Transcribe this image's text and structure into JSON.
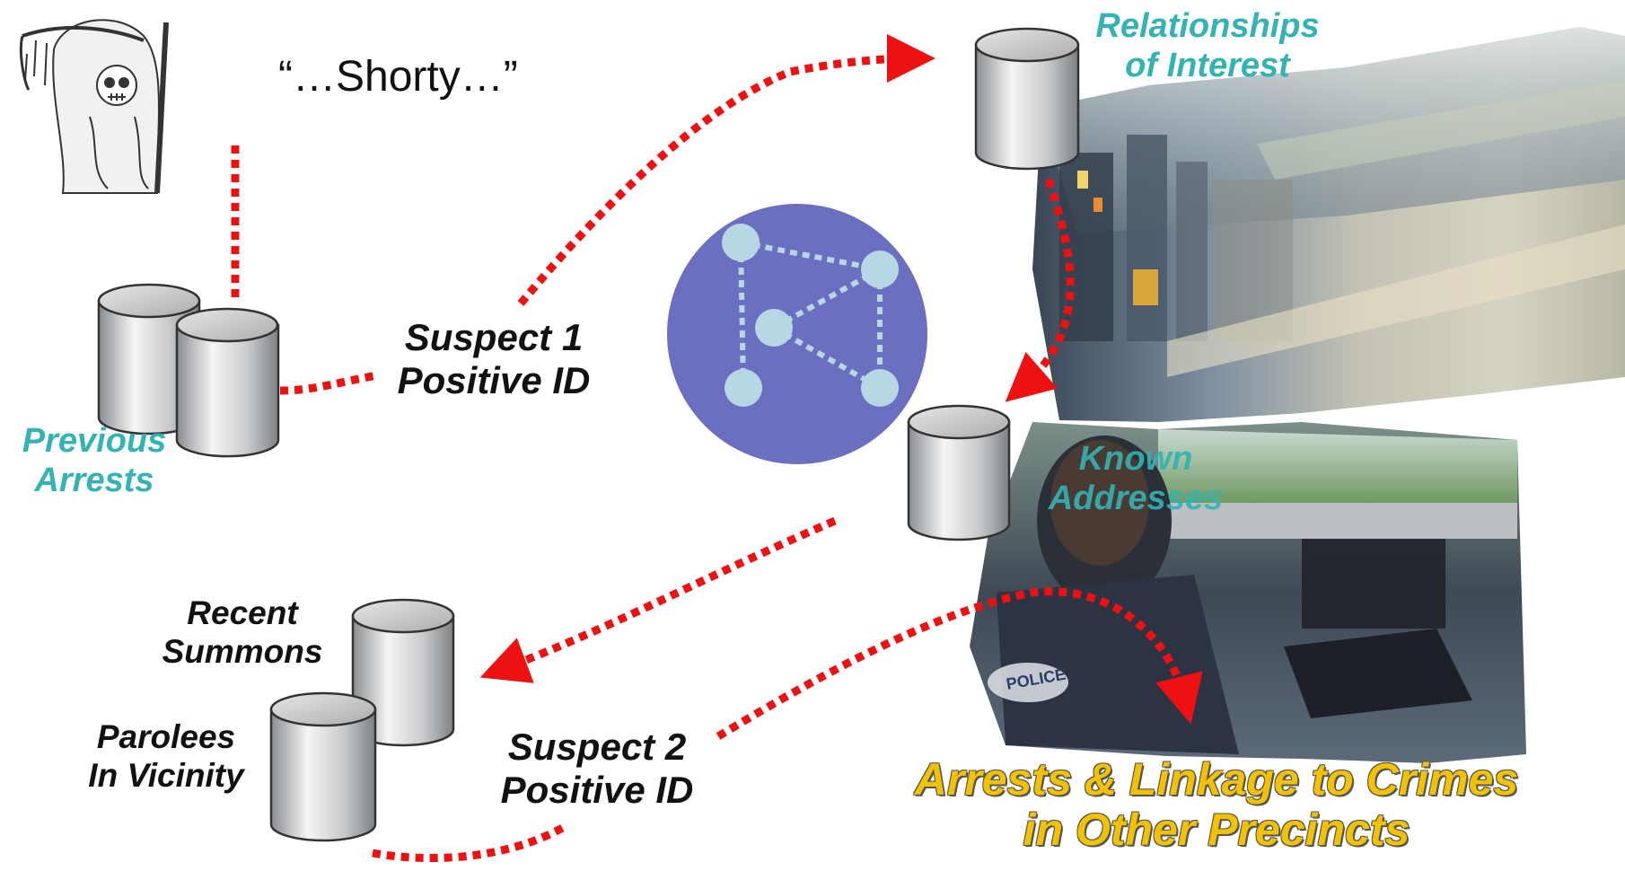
{
  "quote": "“…Shorty…”",
  "labels": {
    "relationships_line1": "Relationships",
    "relationships_line2": "of Interest",
    "suspect1_line1": "Suspect 1",
    "suspect1_line2": "Positive ID",
    "previous_line1": "Previous",
    "previous_line2": "Arrests",
    "known_line1": "Known",
    "known_line2": "Addresses",
    "recent_line1": "Recent",
    "recent_line2": "Summons",
    "parolees_line1": "Parolees",
    "parolees_line2": "In Vicinity",
    "suspect2_line1": "Suspect 2",
    "suspect2_line2": "Positive ID",
    "result_line1": "Arrests & Linkage to Crimes",
    "result_line2": "in Other Precincts"
  },
  "photo_labels": {
    "police_patch": "POLICE"
  },
  "colors": {
    "teal": "#33b3b3",
    "arrow_red": "#ee1111",
    "network_circle": "#6b6fbf",
    "node_fill": "#b6d7e3",
    "result_yellow": "#f2c200"
  },
  "icons": [
    "grim-reaper-icon",
    "database-icon",
    "network-graph-icon",
    "city-photo",
    "police-officer-photo"
  ]
}
